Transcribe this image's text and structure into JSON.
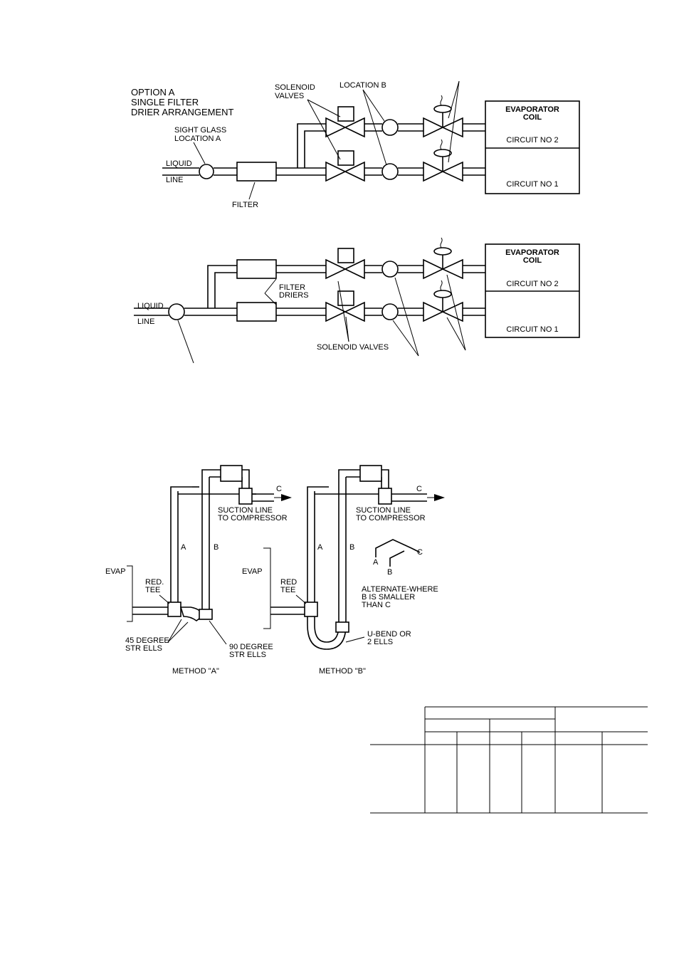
{
  "fig_top": {
    "title_lines": [
      "OPTION A",
      "SINGLE FILTER",
      "DRIER ARRANGEMENT"
    ],
    "solenoid_label": [
      "SOLENOID",
      "VALVES"
    ],
    "location_b": "LOCATION B",
    "sight_glass": [
      "SIGHT GLASS",
      "LOCATION A"
    ],
    "liquid": "LIQUID",
    "line": "LINE",
    "filter": "FILTER",
    "evap_coil": [
      "EVAPORATOR",
      "COIL"
    ],
    "circuit2": "CIRCUIT NO 2",
    "circuit1": "CIRCUIT NO 1"
  },
  "fig_mid": {
    "liquid": "LIQUID",
    "line": "LINE",
    "filter_driers": [
      "FILTER",
      "DRIERS"
    ],
    "solenoid_valves": "SOLENOID VALVES",
    "evap_coil": [
      "EVAPORATOR",
      "COIL"
    ],
    "circuit2": "CIRCUIT NO 2",
    "circuit1": "CIRCUIT NO 1"
  },
  "fig_suction": {
    "c": "C",
    "a": "A",
    "b": "B",
    "suction": [
      "SUCTION LINE",
      "TO COMPRESSOR"
    ],
    "evap": "EVAP",
    "red_tee_a": [
      "RED.",
      "TEE"
    ],
    "red_tee_b": [
      "RED",
      "TEE"
    ],
    "deg45": [
      "45 DEGREE",
      "STR ELLS"
    ],
    "deg90": [
      "90 DEGREE",
      "STR ELLS"
    ],
    "method_a": "METHOD \"A\"",
    "method_b": "METHOD \"B\"",
    "ubend": [
      "U-BEND OR",
      "2 ELLS"
    ],
    "alternate": [
      "ALTERNATE-WHERE",
      "B IS SMALLER",
      "THAN C"
    ]
  }
}
